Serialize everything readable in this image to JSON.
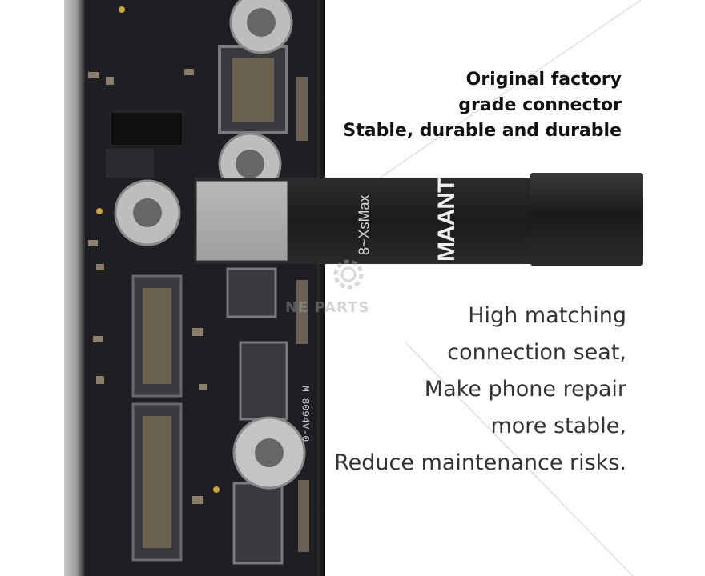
{
  "headline": {
    "line1": "Original factory",
    "line2": "grade connector",
    "line3": "Stable, durable and durable"
  },
  "body_copy": {
    "line1": "High matching",
    "line2": "connection seat,",
    "line3": "Make phone repair",
    "line4": "more stable,",
    "line5": "Reduce maintenance risks."
  },
  "product": {
    "model_text": "8~XsMax",
    "brand_text": "MAANT",
    "board_marking": "M 8094V-0"
  },
  "watermark": {
    "text": "NE PARTS"
  },
  "colors": {
    "background": "#ffffff",
    "board": "#1d1f22",
    "headline_text": "#111111",
    "body_text": "#333333"
  }
}
